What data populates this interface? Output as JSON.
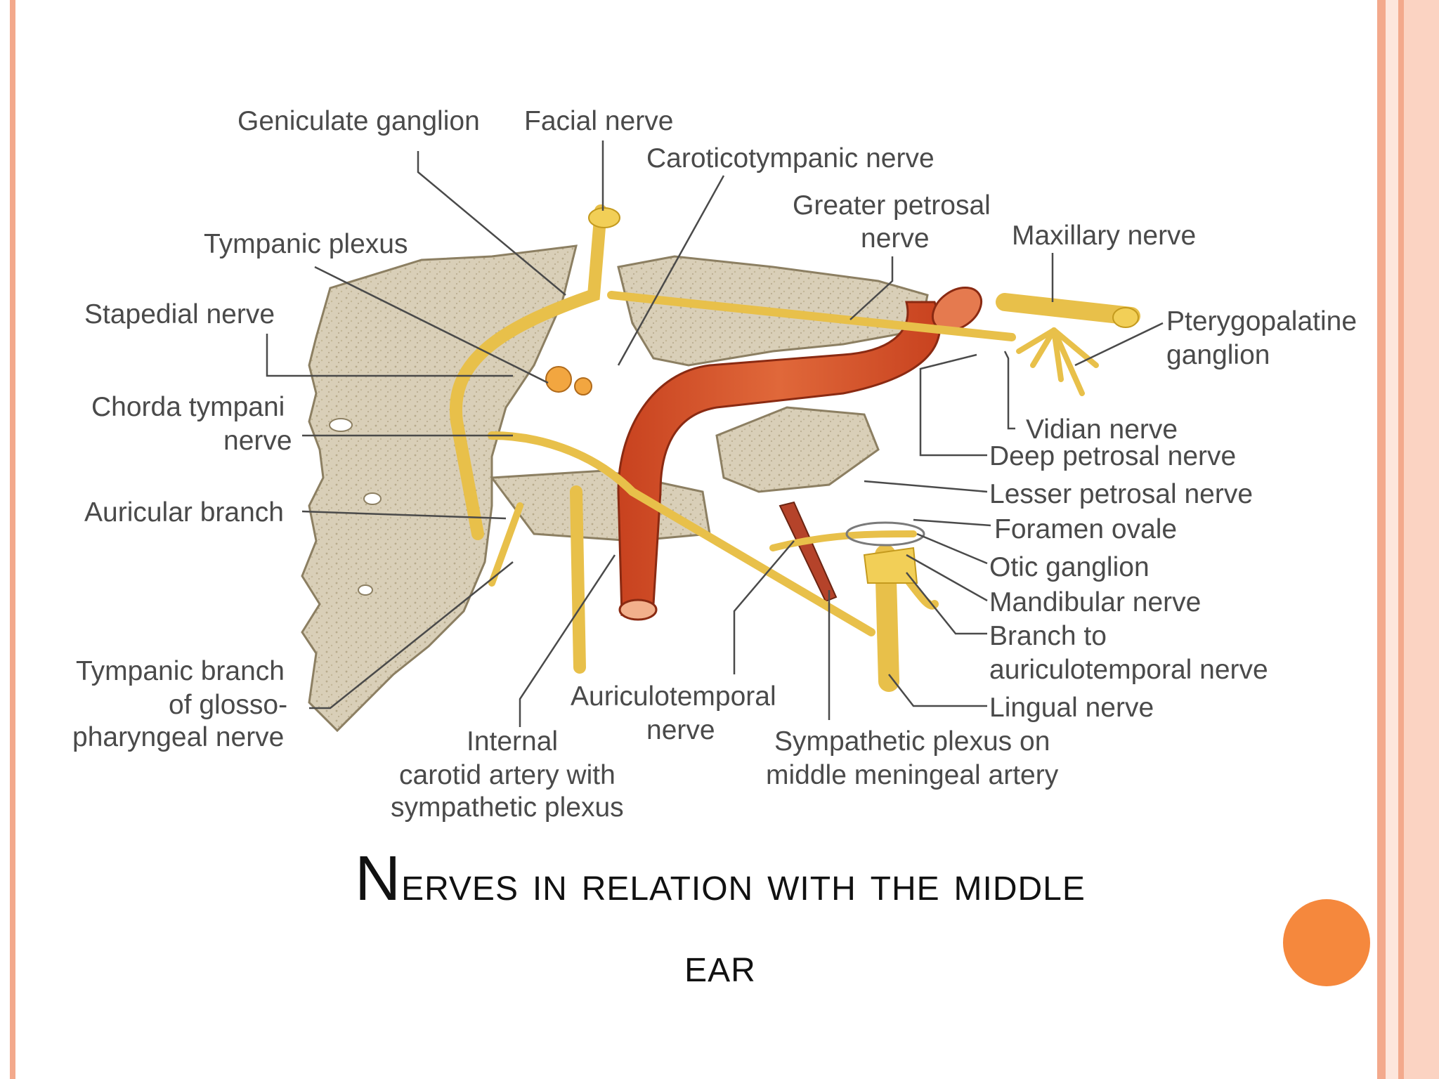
{
  "labels": {
    "geniculate_ganglion": "Geniculate ganglion",
    "facial_nerve": "Facial nerve",
    "caroticotympanic_nerve": "Caroticotympanic nerve",
    "greater_petrosal_1": "Greater petrosal",
    "greater_petrosal_2": "nerve",
    "maxillary_nerve": "Maxillary nerve",
    "tympanic_plexus": "Tympanic plexus",
    "stapedial_nerve": "Stapedial nerve",
    "pterygopalatine_1": "Pterygopalatine",
    "pterygopalatine_2": "ganglion",
    "chorda_tympani_1": "Chorda tympani",
    "chorda_tympani_2": "nerve",
    "vidian_nerve": "Vidian nerve",
    "deep_petrosal_nerve": "Deep petrosal nerve",
    "lesser_petrosal_nerve": "Lesser petrosal nerve",
    "auricular_branch": "Auricular branch",
    "foramen_ovale": "Foramen ovale",
    "otic_ganglion": "Otic ganglion",
    "mandibular_nerve": "Mandibular nerve",
    "branch_to_1": "Branch to",
    "branch_to_2": "auriculotemporal nerve",
    "tympanic_branch_1": "Tympanic branch",
    "tympanic_branch_2": "of glosso-",
    "tympanic_branch_3": "pharyngeal nerve",
    "auriculotemporal_1": "Auriculotemporal",
    "auriculotemporal_2": "nerve",
    "lingual_nerve": "Lingual nerve",
    "internal_carotid_1": "Internal",
    "internal_carotid_2": "carotid artery with",
    "internal_carotid_3": "sympathetic plexus",
    "sympathetic_plexus_1": "Sympathetic plexus on",
    "sympathetic_plexus_2": "middle meningeal artery"
  },
  "title": {
    "line1_initial": "N",
    "line1_rest": "erves in relation with the middle",
    "line2": "ear"
  },
  "colors": {
    "bone": "#d9cfb8",
    "nerve": "#f2cf57",
    "artery": "#d9512b",
    "accent_frame": "#f3a98c",
    "accent_dot": "#f5883d"
  }
}
